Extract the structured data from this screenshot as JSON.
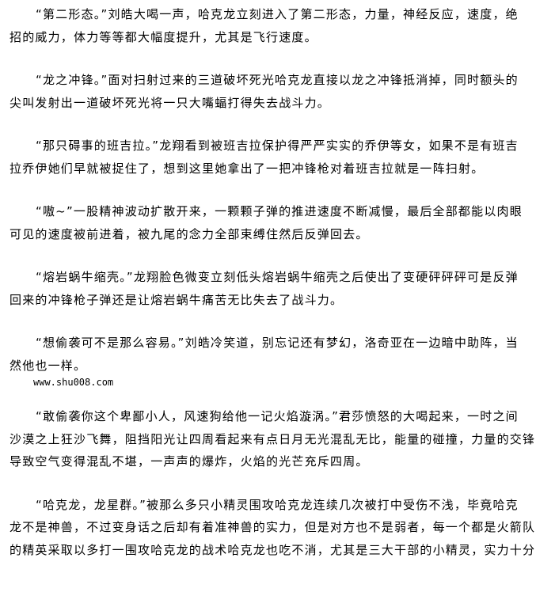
{
  "paragraphs": [
    {
      "lines": [
        "“第二形态。”刘皓大喝一声，哈克龙立刻进入了第二形态，力量，神经反应，速度，绝",
        "招的威力，体力等等都大幅度提升，尤其是飞行速度。"
      ]
    },
    {
      "lines": [
        "“龙之冲锋。”面对扫射过来的三道破坏死光哈克龙直接以龙之冲锋抵消掉，同时额头的",
        "尖叫发射出一道破坏死光将一只大嘴蝠打得失去战斗力。"
      ]
    },
    {
      "lines": [
        "“那只碍事的班吉拉。”龙翔看到被班吉拉保护得严严实实的乔伊等女，如果不是有班吉",
        "拉乔伊她们早就被捉住了，想到这里她拿出了一把冲锋枪对着班吉拉就是一阵扫射。"
      ]
    },
    {
      "lines": [
        "“嗷~”一股精神波动扩散开来，一颗颗子弹的推进速度不断减慢，最后全部都能以肉眼",
        "可见的速度被前进着，被九尾的念力全部束缚住然后反弹回去。"
      ]
    },
    {
      "lines": [
        "“熔岩蜗牛缩壳。”龙翔脸色微变立刻低头熔岩蜗牛缩壳之后使出了变硬砰砰砰可是反弹",
        "回来的冲锋枪子弹还是让熔岩蜗牛痛苦无比失去了战斗力。"
      ]
    },
    {
      "lines": [
        "“想偷袭可不是那么容易。”刘皓冷笑道，别忘记还有梦幻，洛奇亚在一边暗中助阵，当",
        "然他也一样。"
      ]
    },
    {
      "lines": [
        "“敢偷袭你这个卑鄙小人，风速狗给他一记火焰漩涡。”君莎愤怒的大喝起来，一时之间",
        "沙漠之上狂沙飞舞，阻挡阳光让四周看起来有点日月无光混乱无比，能量的碰撞，力量的交锋",
        "导致空气变得混乱不堪，一声声的爆炸，火焰的光芒充斥四周。"
      ]
    },
    {
      "lines": [
        "“哈克龙，龙星群。”被那么多只小精灵围攻哈克龙连续几次被打中受伤不浅，毕竟哈克",
        "龙不是神兽，不过变身话之后却有着准神兽的实力，但是对方也不是弱者，每一个都是火箭队",
        "的精英采取以多打一围攻哈克龙的战术哈克龙也吃不消，尤其是三大干部的小精灵，实力十分"
      ]
    }
  ],
  "watermark_url": "www.shu008.com"
}
